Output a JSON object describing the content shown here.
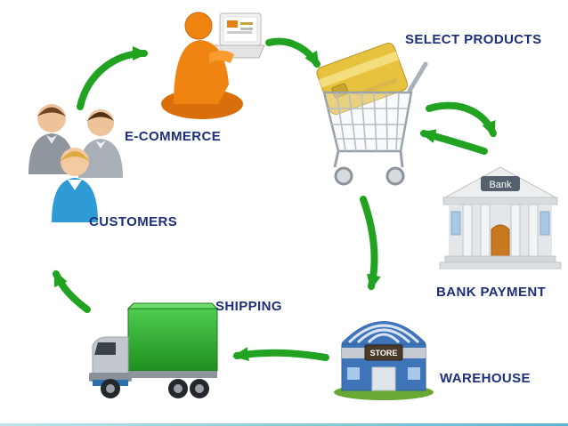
{
  "diagram": {
    "background_color": "#ffffff",
    "arrow_color": "#21a321",
    "label_color": "#1d2f7c",
    "nodes": [
      {
        "id": "customers",
        "label": "CUSTOMERS"
      },
      {
        "id": "ecommerce",
        "label": "E-COMMERCE"
      },
      {
        "id": "select-products",
        "label": "SELECT PRODUCTS"
      },
      {
        "id": "bank-payment",
        "label": "BANK PAYMENT"
      },
      {
        "id": "warehouse",
        "label": "WAREHOUSE"
      },
      {
        "id": "shipping",
        "label": "SHIPPING"
      }
    ],
    "icon_texts": {
      "bank_sign": "Bank",
      "store_sign": "STORE"
    },
    "arrows": [
      {
        "from": "customers",
        "to": "ecommerce"
      },
      {
        "from": "ecommerce",
        "to": "select-products"
      },
      {
        "from": "select-products",
        "to": "bank-payment"
      },
      {
        "from": "bank-payment",
        "to": "select-products"
      },
      {
        "from": "select-products",
        "to": "warehouse"
      },
      {
        "from": "warehouse",
        "to": "shipping"
      },
      {
        "from": "shipping",
        "to": "customers"
      }
    ]
  }
}
